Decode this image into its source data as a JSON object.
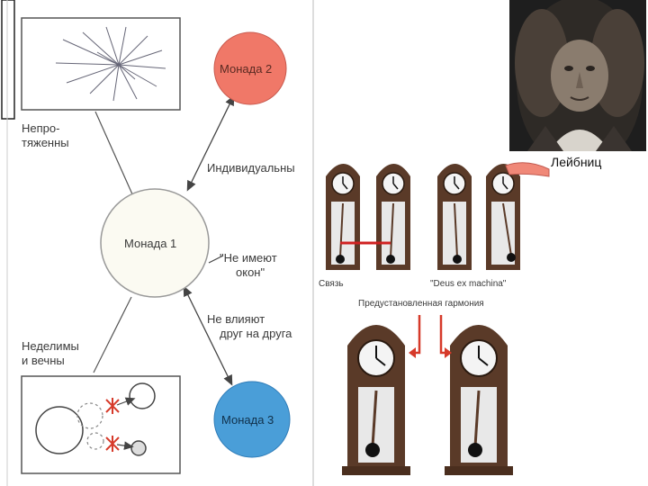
{
  "left_diagram": {
    "monad1": "Монада 1",
    "monad2": "Монада 2",
    "monad3": "Монада 3",
    "unextended": [
      "Непро-",
      "тяженны"
    ],
    "individual": "Индивидуальны",
    "no_windows": [
      "\"Не имеют",
      "окон\""
    ],
    "no_influence": [
      "Не влияют",
      "друг на друга"
    ],
    "indivisible": [
      "Неделимы",
      "и вечны"
    ]
  },
  "right_diagram": {
    "connection": "Связь",
    "deus_ex_machina": "\"Deus ex machina\"",
    "harmony": "Предустановленная гармония",
    "leibniz": "Лейбниц"
  },
  "colors": {
    "monad2": "#f07868",
    "monad3": "#4a9ed8",
    "clock_wood": "#5a3a28",
    "link_red": "#d02020"
  }
}
